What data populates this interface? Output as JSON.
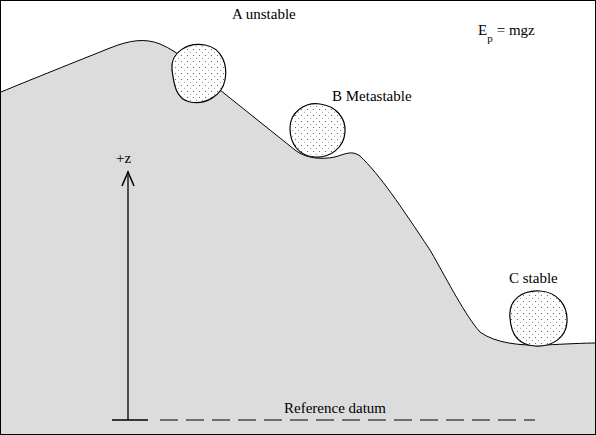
{
  "diagram": {
    "labels": [
      "A unstable",
      "B Metastable",
      "C stable",
      "E",
      "p",
      "= mgz",
      "+z",
      "Reference datum"
    ]
  }
}
